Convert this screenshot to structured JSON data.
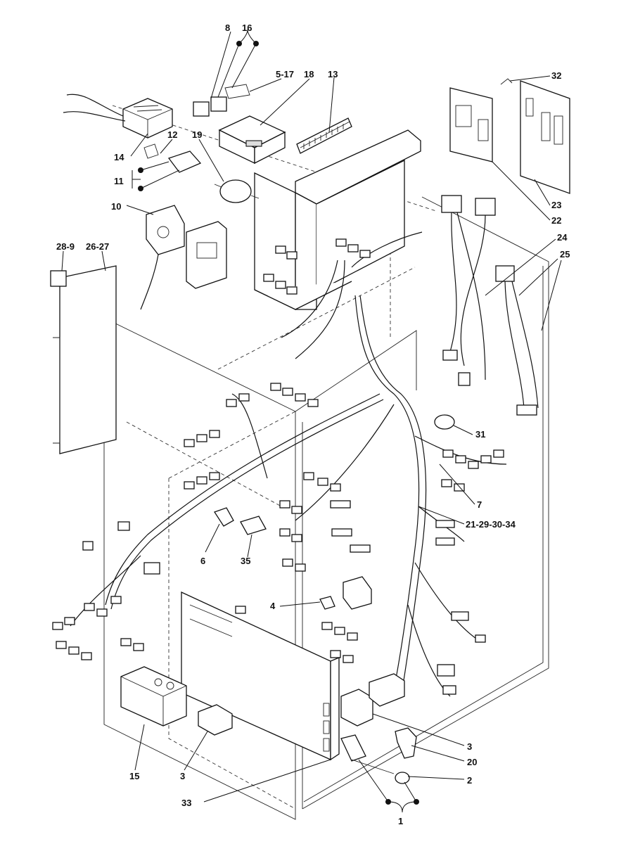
{
  "callouts": {
    "c8": "8",
    "c16": "16",
    "c5_17": "5-17",
    "c18": "18",
    "c13": "13",
    "c32": "32",
    "c12": "12",
    "c19": "19",
    "c14": "14",
    "c11": "11",
    "c10": "10",
    "c28_9": "28-9",
    "c26_27": "26-27",
    "c23": "23",
    "c22": "22",
    "c24": "24",
    "c25": "25",
    "c31": "31",
    "c7": "7",
    "c21_29_30_34": "21-29-30-34",
    "c6": "6",
    "c35": "35",
    "c4": "4",
    "c15": "15",
    "c3a": "3",
    "c3b": "3",
    "c20": "20",
    "c2": "2",
    "c33": "33",
    "c1": "1"
  }
}
